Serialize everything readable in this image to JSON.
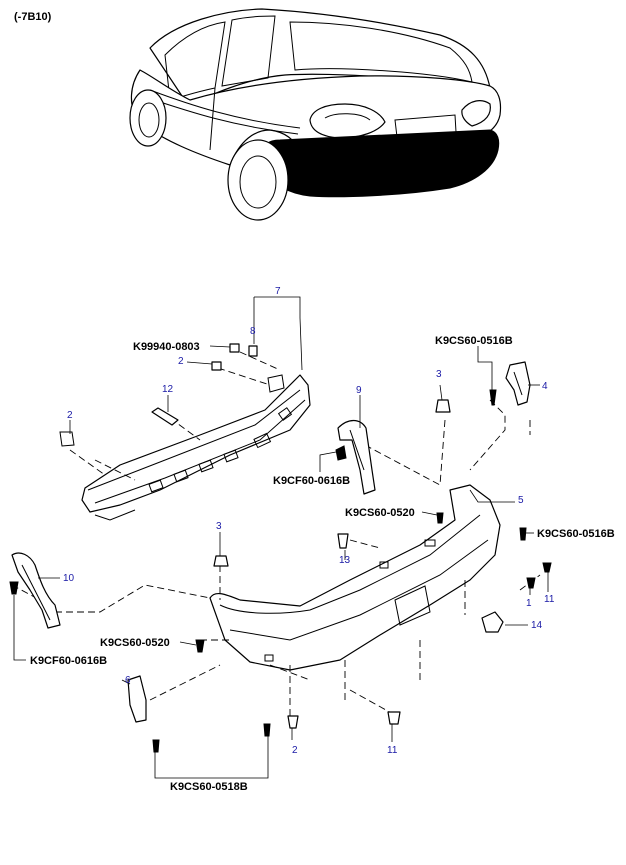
{
  "header": "(-7B10)",
  "callouts": {
    "c1": "1",
    "c2a": "2",
    "c2b": "2",
    "c2c": "2",
    "c3a": "3",
    "c3b": "3",
    "c4": "4",
    "c5": "5",
    "c6": "6",
    "c7": "7",
    "c8": "8",
    "c9": "9",
    "c10": "10",
    "c11a": "11",
    "c11b": "11",
    "c12": "12",
    "c13": "13",
    "c14": "14"
  },
  "codes": {
    "k99940": "K99940-0803",
    "k9cs60_0516b_top": "K9CS60-0516B",
    "k9cf60_0616b_right": "K9CF60-0616B",
    "k9cs60_0520_right": "K9CS60-0520",
    "k9cs60_0516b_mid": "K9CS60-0516B",
    "k9cf60_0616b_left": "K9CF60-0616B",
    "k9cs60_0520_left": "K9CS60-0520",
    "k9cs60_0518b": "K9CS60-0518B"
  },
  "colors": {
    "callout": "#1a1aa6",
    "line": "#000000"
  }
}
